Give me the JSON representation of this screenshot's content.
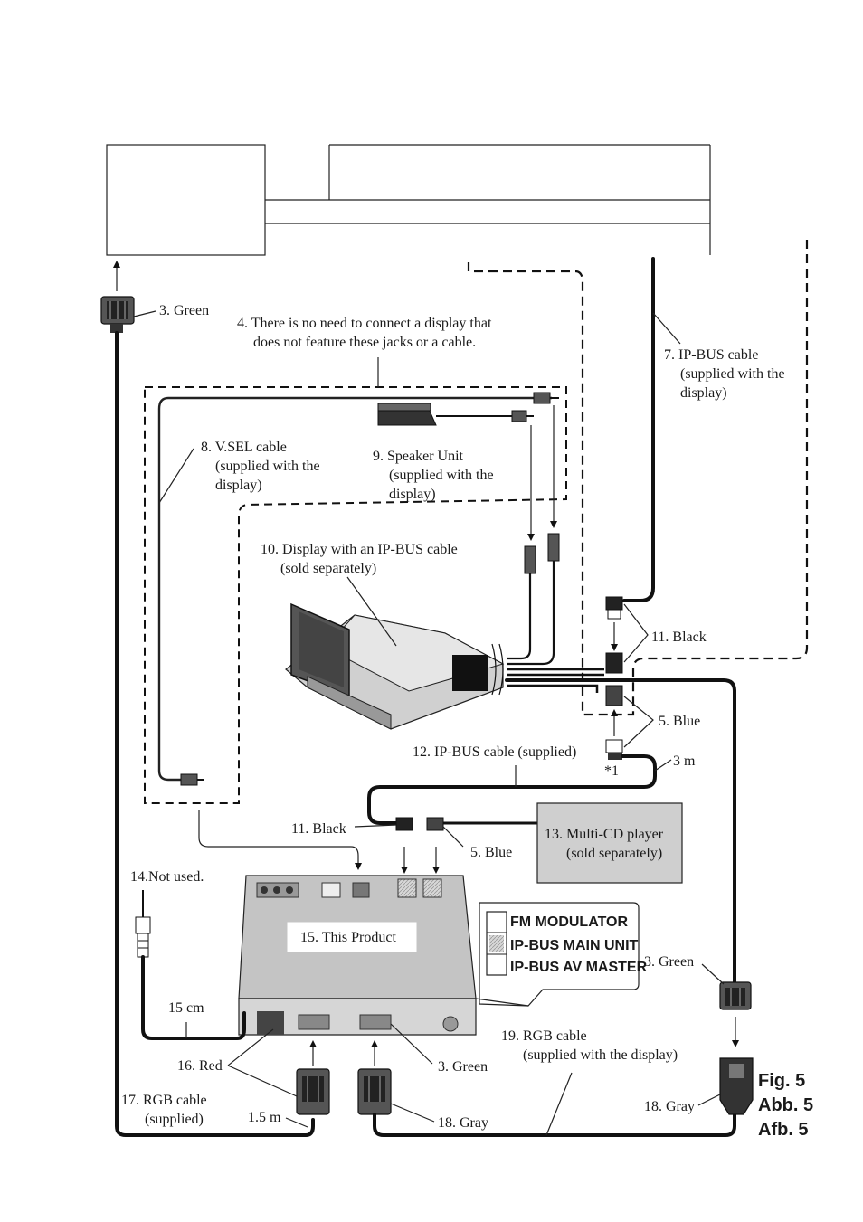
{
  "labels": {
    "l3_top": "3. Green",
    "l4_a": "4. There is no need to connect a display that",
    "l4_b": "does not feature these jacks or a cable.",
    "l7_a": "7. IP-BUS cable",
    "l7_b": "(supplied with the",
    "l7_c": "display)",
    "l8_a": "8. V.SEL cable",
    "l8_b": "(supplied with the",
    "l8_c": "display)",
    "l9_a": "9. Speaker Unit",
    "l9_b": "(supplied with the",
    "l9_c": "display)",
    "l10_a": "10. Display with an IP-BUS cable",
    "l10_b": "(sold separately)",
    "l11_right": "11. Black",
    "l5_right": "5. Blue",
    "l12": "12. IP-BUS cable (supplied)",
    "star1": "*1",
    "l3m": "3 m",
    "l11_mid": "11. Black",
    "l5_mid": "5. Blue",
    "l13_a": "13. Multi-CD player",
    "l13_b": "(sold separately)",
    "l14": "14.Not used.",
    "l15": "15. This Product",
    "l15cm": "15 cm",
    "l16": "16. Red",
    "l3_bottom": "3. Green",
    "l3_right": "3. Green",
    "l17_a": "17. RGB cable",
    "l17_b": "(supplied)",
    "l15m": "1.5 m",
    "l18_mid": "18. Gray",
    "l19_a": "19. RGB cable",
    "l19_b": "(supplied with the display)",
    "l18_right": "18. Gray"
  },
  "mode_box": {
    "items": [
      "FM MODULATOR",
      "IP-BUS MAIN UNIT",
      "IP-BUS AV MASTER"
    ],
    "selected_index": 1
  },
  "figure_ref": {
    "en": "Fig. 5",
    "de": "Abb. 5",
    "nl": "Afb. 5"
  }
}
